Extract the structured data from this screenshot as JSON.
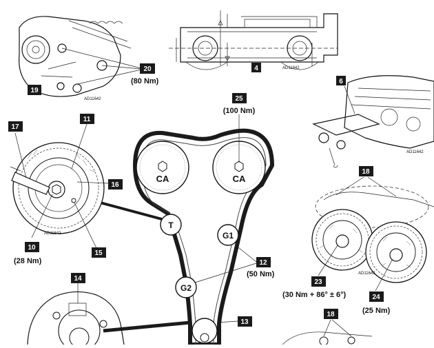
{
  "callouts": [
    {
      "id": "c20",
      "label": "20"
    },
    {
      "id": "c19",
      "label": "19"
    },
    {
      "id": "c4",
      "label": "4"
    },
    {
      "id": "c6",
      "label": "6"
    },
    {
      "id": "c25",
      "label": "25"
    },
    {
      "id": "c17",
      "label": "17"
    },
    {
      "id": "c11",
      "label": "11"
    },
    {
      "id": "c16",
      "label": "16"
    },
    {
      "id": "c10",
      "label": "10"
    },
    {
      "id": "c15",
      "label": "15"
    },
    {
      "id": "c18a",
      "label": "18"
    },
    {
      "id": "c12",
      "label": "12"
    },
    {
      "id": "c23",
      "label": "23"
    },
    {
      "id": "c24",
      "label": "24"
    },
    {
      "id": "c14",
      "label": "14"
    },
    {
      "id": "c13",
      "label": "13"
    },
    {
      "id": "c18b",
      "label": "18"
    }
  ],
  "torques": {
    "t20": "(80 Nm)",
    "t25": "(100 Nm)",
    "t10": "(28 Nm)",
    "t12": "(50 Nm)",
    "t23": "(30 Nm + 86° ± 6°)",
    "t24": "(25 Nm)"
  },
  "pulleys": {
    "ca_left": "CA",
    "ca_right": "CA",
    "tensioner": "T",
    "g1": "G1",
    "g2": "G2"
  },
  "codes": {
    "code1": "AD11642",
    "code2": "AD11642",
    "code3": "AD11642",
    "code4": "AD11642",
    "code5": "AD11642"
  }
}
